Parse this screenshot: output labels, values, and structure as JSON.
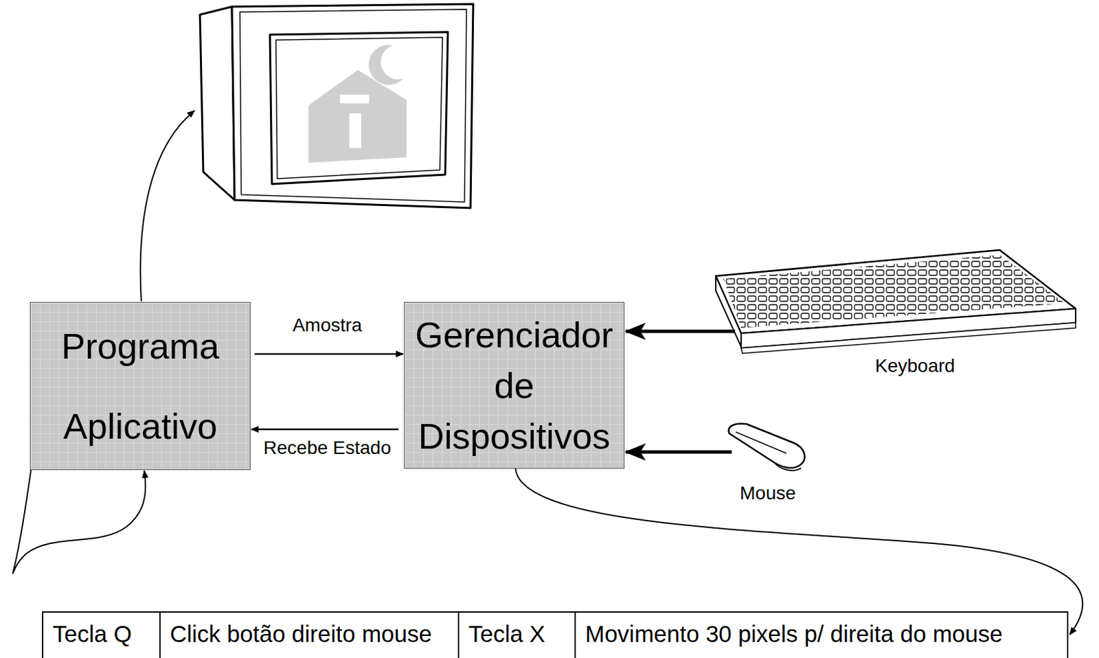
{
  "diagram": {
    "nodes": [
      {
        "text": [
          "Programa Aplicativo"
        ]
      },
      {
        "text": [
          "Gerenciador de Dispositivos"
        ]
      },
      {
        "text": [
          "Keyboard"
        ]
      },
      {
        "text": [
          "Mouse"
        ]
      },
      {
        "text": [
          "Tecla Q",
          "Click botão direito mouse",
          "Tecla X",
          "Movimento 30 pixels p/ direita do mouse"
        ]
      }
    ],
    "edges": [
      {
        "from": 0,
        "to": 1,
        "label": "Amostra",
        "arrow": "to"
      },
      {
        "from": 1,
        "to": 0,
        "label": "Recebe Estado",
        "arrow": "to"
      },
      {
        "from": 2,
        "to": 1,
        "arrow": "to"
      },
      {
        "from": 3,
        "to": 1,
        "arrow": "to"
      },
      {
        "from": 1,
        "to": 4,
        "arrow": "to"
      },
      {
        "from": 4,
        "to": 0,
        "arrow": "to"
      }
    ]
  }
}
